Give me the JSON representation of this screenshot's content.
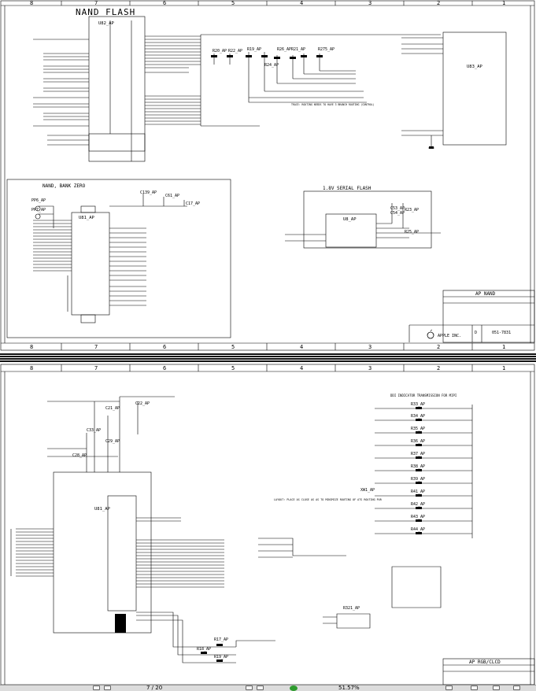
{
  "document": {
    "pages": [
      {
        "name": "AP NAND",
        "zones_top": [
          "8",
          "7",
          "6",
          "5",
          "4",
          "3",
          "2",
          "1"
        ],
        "zones_bottom": [
          "8",
          "7",
          "6",
          "5",
          "4",
          "3",
          "2",
          "1"
        ],
        "sections": {
          "nand_flash": "NAND FLASH",
          "nand_bank_zero": "NAND, BANK ZERO",
          "serial_flash": "1.8V SERIAL FLASH"
        },
        "components": {
          "u_nand_main": "U82_AP",
          "u_right": "U83_AP",
          "u_bank_zero": "U81_AP",
          "u_serial": "U8_AP"
        },
        "resistors": [
          "R20_AP",
          "R22_AP",
          "R19_AP",
          "R26_AP",
          "R21_AP",
          "R24_AP",
          "R275_AP",
          "R25_AP",
          "R23_AP"
        ],
        "caps": [
          "C139_AP",
          "C61_AP",
          "C17_AP",
          "C53_AP",
          "C54_AP"
        ],
        "test_points": [
          "PP6_AP",
          "PP7_AP"
        ],
        "note": "TRACE: ROUTING NEEDS TO HAVE 3 BRANCH ROUTING (CONTROL)",
        "title_block": {
          "title": "AP NAND",
          "company": "APPLE INC.",
          "doc_no": "051-7831",
          "sheet": "D"
        }
      },
      {
        "name": "AP RGB/CLCD",
        "zones_top": [
          "8",
          "7",
          "6",
          "5",
          "4",
          "3",
          "2",
          "1"
        ],
        "components": {
          "u_main": "U81_AP"
        },
        "resistors_right": [
          "R33_AP",
          "R34_AP",
          "R35_AP",
          "R36_AP",
          "R37_AP",
          "R38_AP",
          "R39_AP",
          "R41_AP",
          "R42_AP",
          "R43_AP",
          "R44_AP"
        ],
        "resistors_misc": [
          "XW1_AP",
          "R321_AP",
          "R17_AP",
          "R18_AP",
          "R19_AP"
        ],
        "caps": [
          "C21_AP",
          "C22_AP",
          "C33_AP",
          "C28_AP",
          "C29_AP"
        ],
        "header_note": "DDI INDICATOR TRANSMISSION FOR MIPI",
        "layout_note": "LAYOUT: PLACE AS CLOSE AS AS TO MINIMIZE ROUTING OF ATS ROUTING PUR",
        "title_block": {
          "title": "AP RGB/CLCD"
        }
      }
    ]
  },
  "statusbar": {
    "page_indicator": "7 / 20",
    "zoom": "51.57%"
  },
  "colors": {
    "ink": "#000000",
    "paper": "#ffffff",
    "gap": "#111111",
    "statusbar_bg": "#dcdcdc",
    "ok_icon": "#2e9b2e"
  }
}
